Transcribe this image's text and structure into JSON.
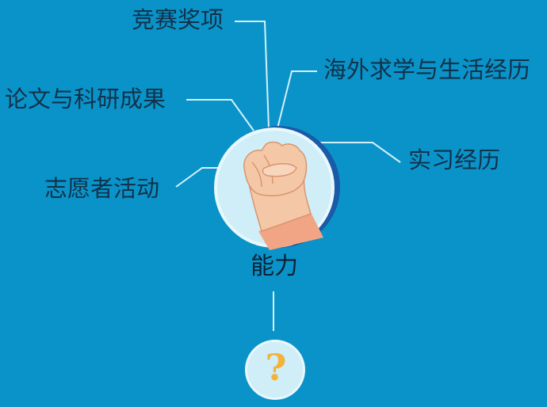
{
  "diagram": {
    "center": {
      "label": "能力",
      "icon": "fist-icon"
    },
    "branches": [
      {
        "id": "competition",
        "label": "竞赛奖项"
      },
      {
        "id": "overseas",
        "label": "海外求学与生活经历"
      },
      {
        "id": "papers",
        "label": "论文与科研成果"
      },
      {
        "id": "internship",
        "label": "实习经历"
      },
      {
        "id": "volunteer",
        "label": "志愿者活动"
      }
    ],
    "question": {
      "glyph": "?",
      "icon": "question-mark-icon"
    }
  },
  "colors": {
    "background": "#0a93c9",
    "line": "#d4f0fb",
    "circle_fill": "#cfeef8",
    "circle_shadow": "#1a5aa6",
    "skin": "#f4c8a6",
    "sleeve": "#f2a585",
    "question": "#f4b23b"
  }
}
